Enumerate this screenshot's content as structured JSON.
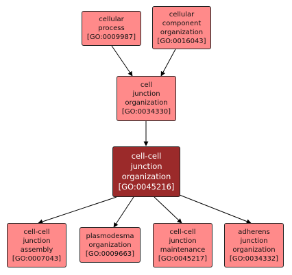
{
  "nodes": {
    "cellular_process": {
      "lines": [
        "cellular",
        "process",
        "[GO:0009987]"
      ]
    },
    "cellular_component_organization": {
      "lines": [
        "cellular",
        "component",
        "organization",
        "[GO:0016043]"
      ]
    },
    "cell_junction_organization": {
      "lines": [
        "cell",
        "junction",
        "organization",
        "[GO:0034330]"
      ]
    },
    "cell_cell_junction_organization": {
      "lines": [
        "cell-cell",
        "junction",
        "organization",
        "[GO:0045216]"
      ]
    },
    "cell_cell_junction_assembly": {
      "lines": [
        "cell-cell",
        "junction",
        "assembly",
        "[GO:0007043]"
      ]
    },
    "plasmodesma_organization": {
      "lines": [
        "plasmodesma",
        "organization",
        "[GO:0009663]"
      ]
    },
    "cell_cell_junction_maintenance": {
      "lines": [
        "cell-cell",
        "junction",
        "maintenance",
        "[GO:0045217]"
      ]
    },
    "adherens_junction_organization": {
      "lines": [
        "adherens",
        "junction",
        "organization",
        "[GO:0034332]"
      ]
    }
  },
  "colors": {
    "node_fill": "#ff8a8a",
    "focus_fill": "#9b2a2a",
    "border": "#222222",
    "edge": "#000000"
  }
}
